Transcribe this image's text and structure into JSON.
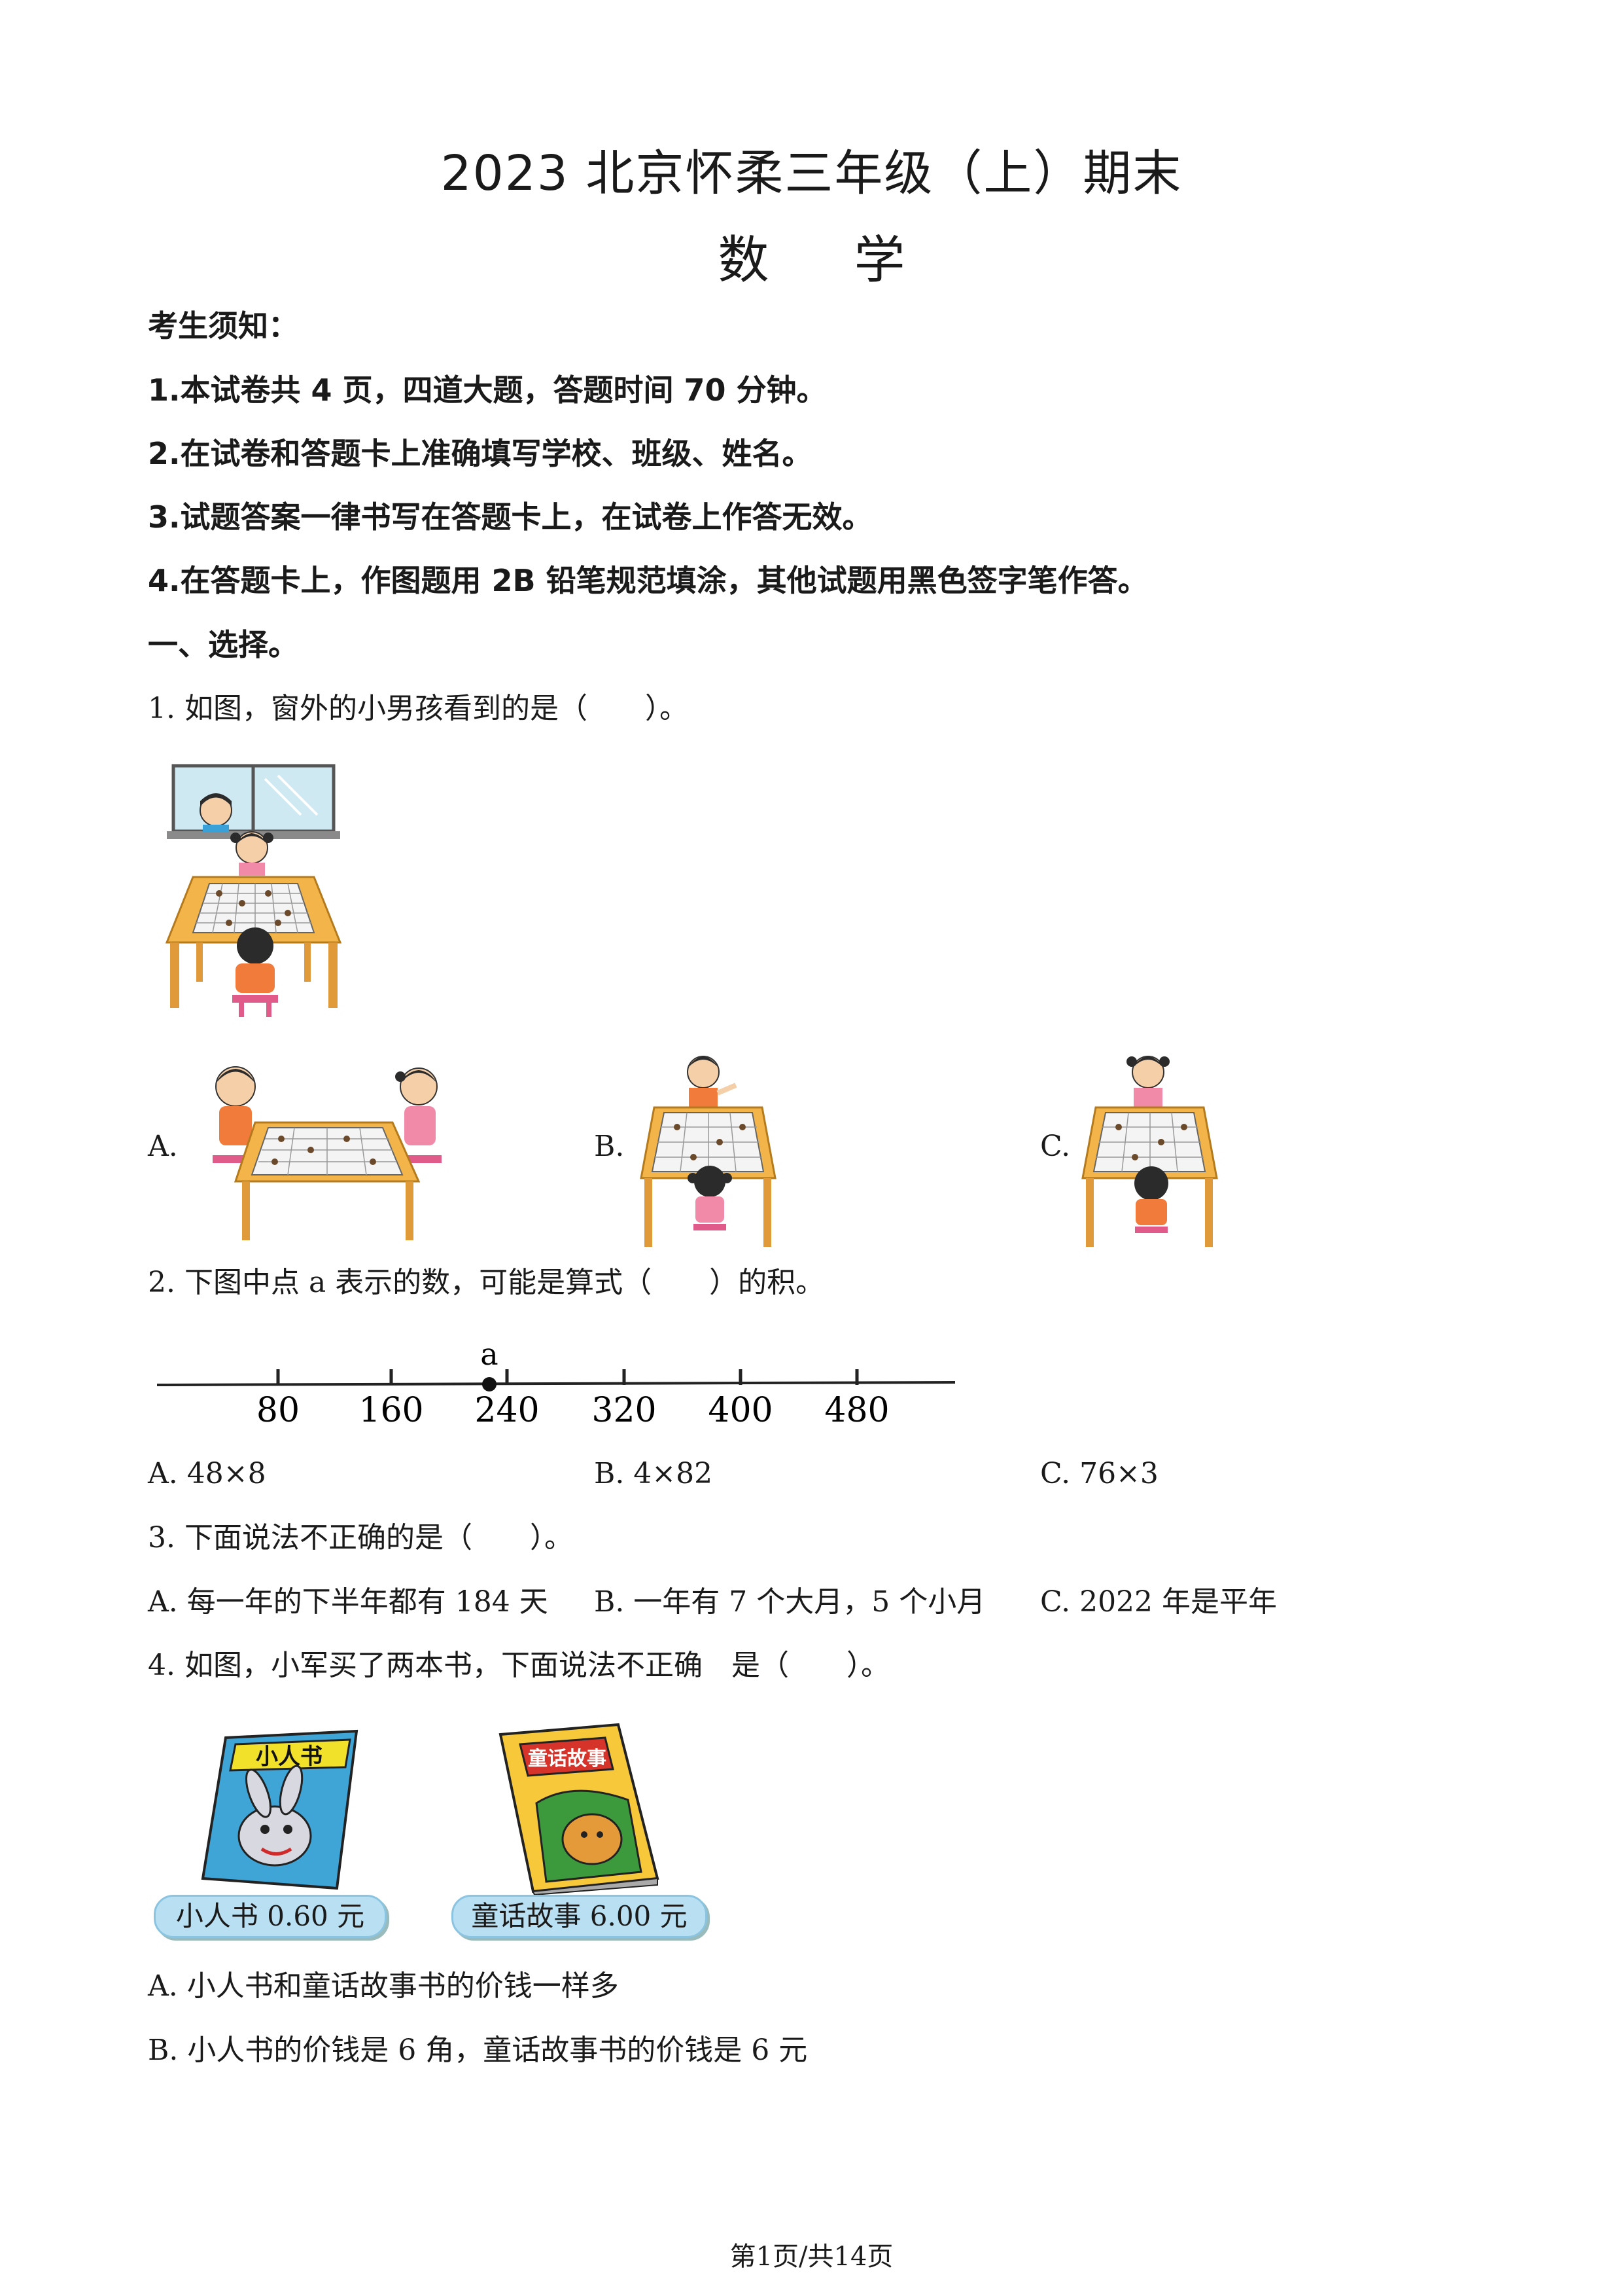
{
  "header": {
    "title": "2023 北京怀柔三年级（上）期末",
    "subject": "数学"
  },
  "notice": {
    "heading": "考生须知：",
    "items": [
      "1.本试卷共 4 页，四道大题，答题时间 70 分钟。",
      "2.在试卷和答题卡上准确填写学校、班级、姓名。",
      "3.试题答案一律书写在答题卡上，在试卷上作答无效。",
      "4.在答题卡上，作图题用 2B 铅笔规范填涂，其他试题用黑色签字笔作答。"
    ]
  },
  "section1": {
    "heading": "一、选择。"
  },
  "questions": {
    "q1": {
      "stem": "1.  如图，窗外的小男孩看到的是（　　）。",
      "options": [
        "A.",
        "B.",
        "C."
      ]
    },
    "q2": {
      "stem": "2.  下图中点 a 表示的数，可能是算式（　　）的积。",
      "point_label": "a",
      "ticks": [
        "80",
        "160",
        "240",
        "320",
        "400",
        "480"
      ],
      "options": [
        "A. 48×8",
        "B. 4×82",
        "C. 76×3"
      ]
    },
    "q3": {
      "stem": "3.  下面说法不正确的是（　　）。",
      "options": [
        "A.  每一年的下半年都有 184 天",
        "B.  一年有 7 个大月，5 个小月",
        "C. 2022 年是平年"
      ]
    },
    "q4": {
      "stem": "4.  如图，小军买了两本书，下面说法不正确　是（　　）。",
      "book1_cover": "小人书",
      "book1_label": "小人书 0.60 元",
      "book2_cover": "童话故事",
      "book2_label": "童话故事 6.00 元",
      "options": [
        "A.  小人书和童话故事书的价钱一样多",
        "B.  小人书的价钱是 6 角，童话故事书的价钱是 6 元"
      ]
    }
  },
  "footer": {
    "page": "第1页/共14页"
  }
}
